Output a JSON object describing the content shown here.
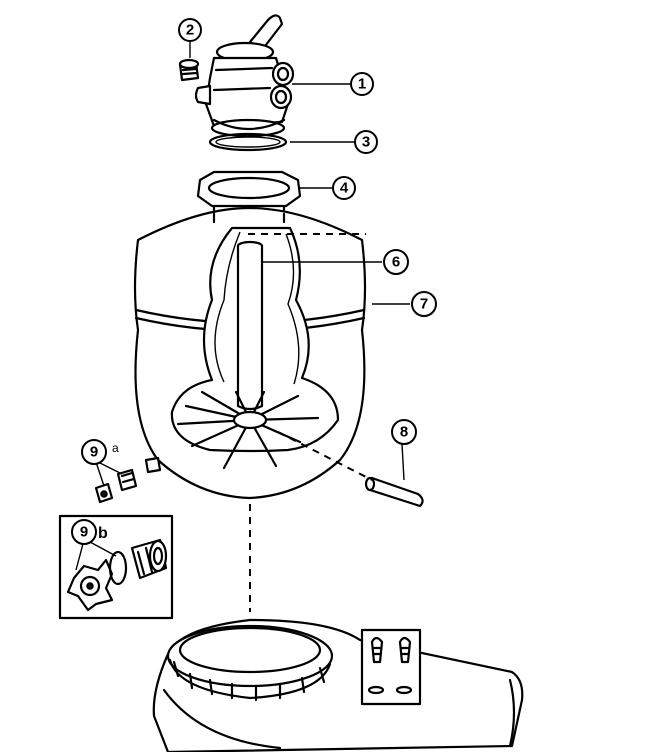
{
  "callouts": {
    "c1": "1",
    "c2": "2",
    "c3": "3",
    "c4": "4",
    "c6": "6",
    "c7": "7",
    "c8": "8",
    "c9a": "9",
    "c9b": "9"
  },
  "sublabels": {
    "a": "a",
    "b": "b"
  }
}
